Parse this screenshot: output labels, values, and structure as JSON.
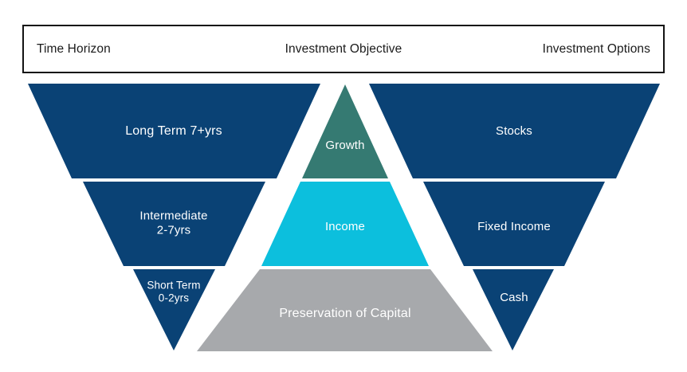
{
  "header": {
    "columns": [
      {
        "key": "time-horizon",
        "label": "Time Horizon",
        "align": "left"
      },
      {
        "key": "investment-objective",
        "label": "Investment Objective",
        "align": "center"
      },
      {
        "key": "investment-options",
        "label": "Investment Options",
        "align": "right"
      }
    ]
  },
  "colors": {
    "navy": "#0a4275",
    "teal": "#357a72",
    "cyan": "#0cbfdd",
    "gray": "#a7a9ac",
    "header_border": "#131313",
    "header_text": "#1b1b1b",
    "band_text": "#ffffff",
    "background": "#ffffff"
  },
  "diagram": {
    "type": "triple-triangle-risk-pyramid",
    "columns": [
      {
        "key": "time-horizon",
        "shape": "inverted-triangle",
        "bands": [
          {
            "key": "long-term",
            "label": "Long Term 7+yrs",
            "color": "#0a4275",
            "text_size": "large"
          },
          {
            "key": "intermediate",
            "label": "Intermediate\n2-7yrs",
            "color": "#0a4275",
            "text_size": "medium"
          },
          {
            "key": "short-term",
            "label": "Short Term\n0-2yrs",
            "color": "#0a4275",
            "text_size": "small"
          }
        ]
      },
      {
        "key": "investment-objective",
        "shape": "upright-pyramid",
        "bands": [
          {
            "key": "growth",
            "label": "Growth",
            "color": "#357a72",
            "text_size": "medium"
          },
          {
            "key": "income",
            "label": "Income",
            "color": "#0cbfdd",
            "text_size": "medium"
          },
          {
            "key": "preservation-of-capital",
            "label": "Preservation of Capital",
            "color": "#a7a9ac",
            "text_size": "large"
          }
        ]
      },
      {
        "key": "investment-options",
        "shape": "inverted-triangle",
        "bands": [
          {
            "key": "stocks",
            "label": "Stocks",
            "color": "#0a4275",
            "text_size": "medium"
          },
          {
            "key": "fixed-income",
            "label": "Fixed Income",
            "color": "#0a4275",
            "text_size": "medium"
          },
          {
            "key": "cash",
            "label": "Cash",
            "color": "#0a4275",
            "text_size": "medium"
          }
        ]
      }
    ]
  }
}
